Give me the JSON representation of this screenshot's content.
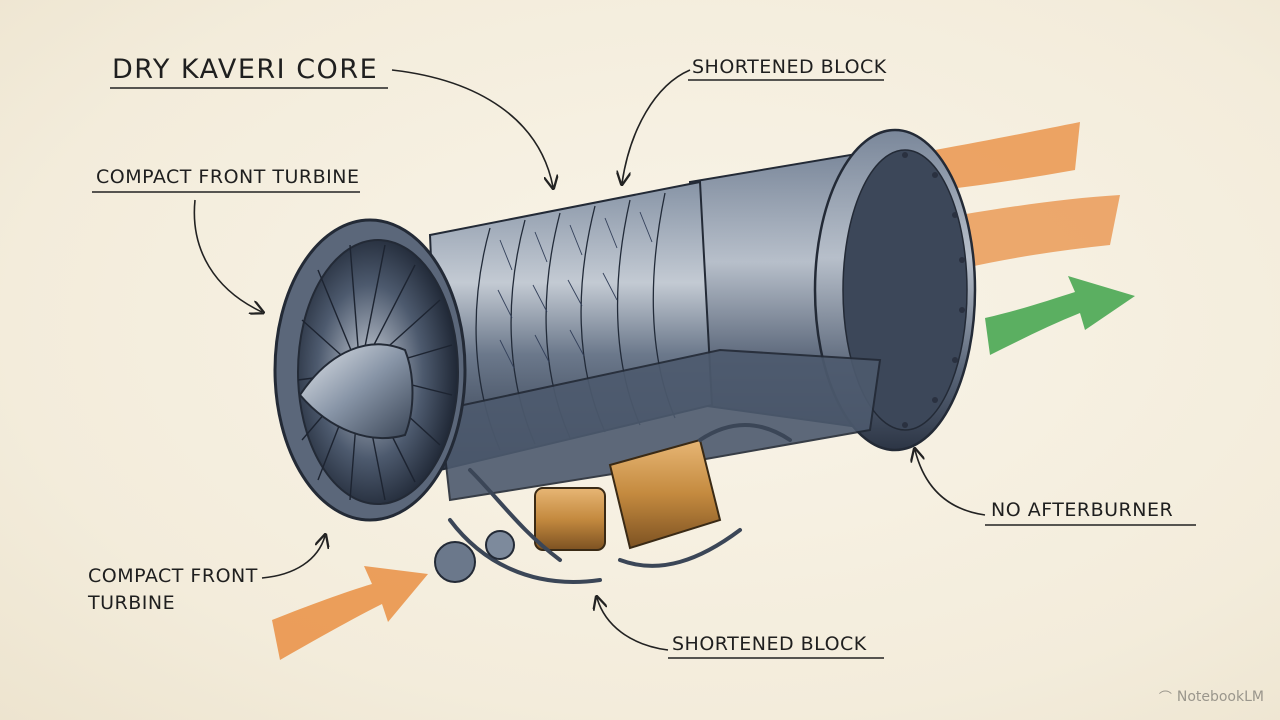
{
  "labels": {
    "title": "DRY KAVERI CORE",
    "shortened_block_top": "SHORTENED BLOCK",
    "compact_front_turbine_top": "COMPACT FRONT TURBINE",
    "no_afterburner": "NO AFTERBURNER",
    "compact_front_turbine_bottom": "COMPACT FRONT TURBINE",
    "shortened_block_bottom": "SHORTENED BLOCK"
  },
  "watermark": {
    "text": "NotebookLM",
    "icon": "notebooklm-logo-icon"
  },
  "colors": {
    "ink": "#1f1f1f",
    "steel": "#5c6b7f",
    "steel_dark": "#2b3443",
    "copper": "#c48a3f",
    "orange_flow": "#e8893a",
    "green_flow": "#3fa34a"
  }
}
